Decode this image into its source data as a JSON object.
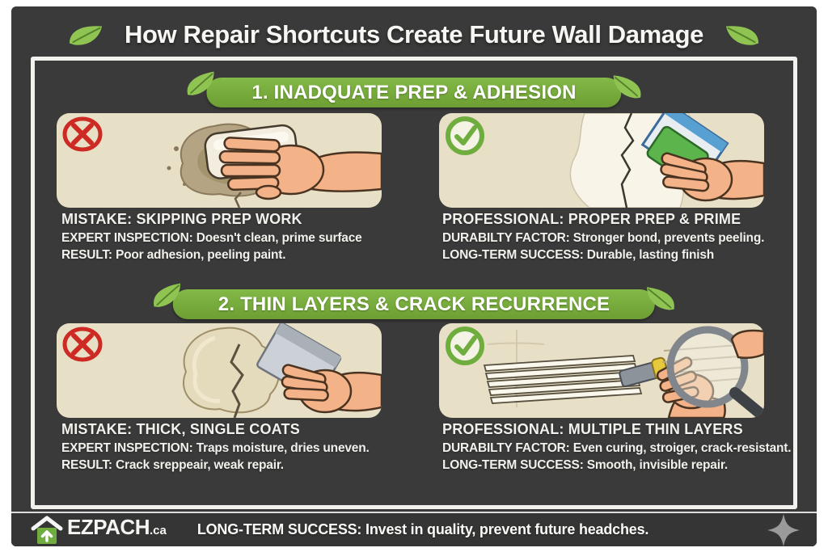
{
  "title": "How Repair Shortcuts Create Future Wall Damage",
  "sections": [
    {
      "banner": "1. INADQUATE PREP & ADHESION",
      "panels": [
        {
          "verdict": "mistake",
          "headline": "MISTAKE: SKIPPING PREP WORK",
          "lines": [
            {
              "label": "EXPERT INSPECTION:",
              "text": " Doesn't clean, prime surface"
            },
            {
              "label": "RESULT:",
              "text": " Poor adhesion, peeling paint."
            }
          ]
        },
        {
          "verdict": "professional",
          "headline": "PROFESSIONAL: PROPER PREP & PRIME",
          "lines": [
            {
              "label": "DURABILTY FACTOR:",
              "text": " Stronger bond, prevents peeling."
            },
            {
              "label": "LONG-TERM SUCCESS:",
              "text": " Durable, lasting finish"
            }
          ]
        }
      ]
    },
    {
      "banner": "2. THIN LAYERS & CRACK RECURRENCE",
      "panels": [
        {
          "verdict": "mistake",
          "headline": "MISTAKE: THICK, SINGLE COATS",
          "lines": [
            {
              "label": "EXPERT INSPECTION:",
              "text": " Traps moisture, dries uneven."
            },
            {
              "label": "RESULT:",
              "text": " Crack sreppeair, weak repair."
            }
          ]
        },
        {
          "verdict": "professional",
          "headline": "PROFESSIONAL: MULTIPLE THIN LAYERS",
          "lines": [
            {
              "label": "DURABILTY FACTOR:",
              "text": " Even curing, stroiger, crack-resistant."
            },
            {
              "label": "LONG-TERM SUCCESS:",
              "text": " Smooth, invisible repair."
            }
          ]
        }
      ]
    }
  ],
  "footer": {
    "brand": "EZPACH",
    "brand_suffix": ".ca",
    "message_label": "LONG-TERM SUCCESS:",
    "message_text": " Invest in quality, prevent future headches."
  },
  "colors": {
    "card_background": "#3a3a3a",
    "panel_background": "#e8dfc7",
    "banner_green": "#77aa3c",
    "leaf_green": "#8fc352",
    "error_red": "#cd2a24",
    "success_green": "#6fae3e",
    "text_white": "#f4f3ee"
  }
}
